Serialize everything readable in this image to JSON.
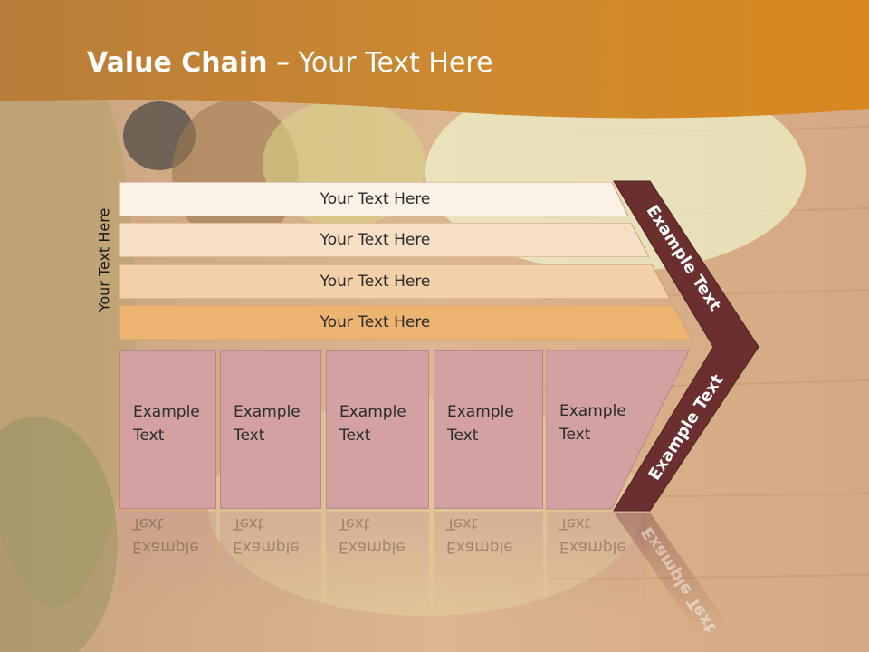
{
  "slide": {
    "title_bold": "Value Chain",
    "title_rest": " – Your Text Here",
    "side_label": "Your Text Here"
  },
  "rows": [
    {
      "label": "Your Text Here",
      "color": "#fbf1e6"
    },
    {
      "label": "Your Text Here",
      "color": "#f7dfc6"
    },
    {
      "label": "Your Text Here",
      "color": "#f3d0a7"
    },
    {
      "label": "Your Text Here",
      "color": "#ecb371"
    }
  ],
  "columns": [
    {
      "label": "Example\nText"
    },
    {
      "label": "Example\nText"
    },
    {
      "label": "Example\nText"
    },
    {
      "label": "Example\nText"
    },
    {
      "label": "Example\nText"
    }
  ],
  "chevron": {
    "top_label": "Example Text",
    "bottom_label": "Example Text",
    "color": "#6b2f2f"
  },
  "colors": {
    "header": "#d98a22",
    "box": "#d3a1a1"
  }
}
